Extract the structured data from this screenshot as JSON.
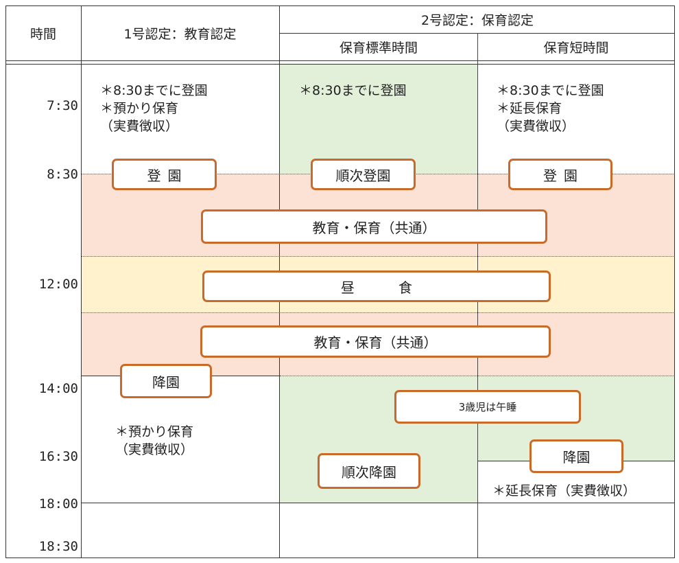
{
  "header": {
    "time_col": "時間",
    "cert1": "1号認定：教育認定",
    "cert2": "2号認定：保育認定",
    "cert2_standard": "保育標準時間",
    "cert2_short": "保育短時間"
  },
  "times": [
    "7:30",
    "8:30",
    "12:00",
    "14:00",
    "16:30",
    "18:00",
    "18:30"
  ],
  "notes": {
    "cert1_morning": [
      "＊8:30までに登園",
      "＊預かり保育",
      "（実費徴収）"
    ],
    "standard_morning": [
      "＊8:30までに登園"
    ],
    "short_morning": [
      "＊8:30までに登園",
      "＊延長保育",
      "（実費徴収）"
    ],
    "cert1_afternoon": [
      "＊預かり保育",
      "（実費徴収）"
    ],
    "short_evening": "＊延長保育（実費徴収）"
  },
  "boxes": {
    "cert1_arrival": "登園",
    "standard_arrival": "順次登園",
    "short_arrival": "登園",
    "common_am": "教育・保育（共通）",
    "lunch": "昼食",
    "common_pm": "教育・保育（共通）",
    "cert1_departure": "降園",
    "nap": "3歳児は午睡",
    "short_departure": "降園",
    "standard_departure": "順次降園"
  },
  "colors": {
    "green_band": "#e2efd9",
    "salmon_band": "#fbe2d5",
    "yellow_band": "#fff2cc",
    "box_border": "#c96a28"
  }
}
